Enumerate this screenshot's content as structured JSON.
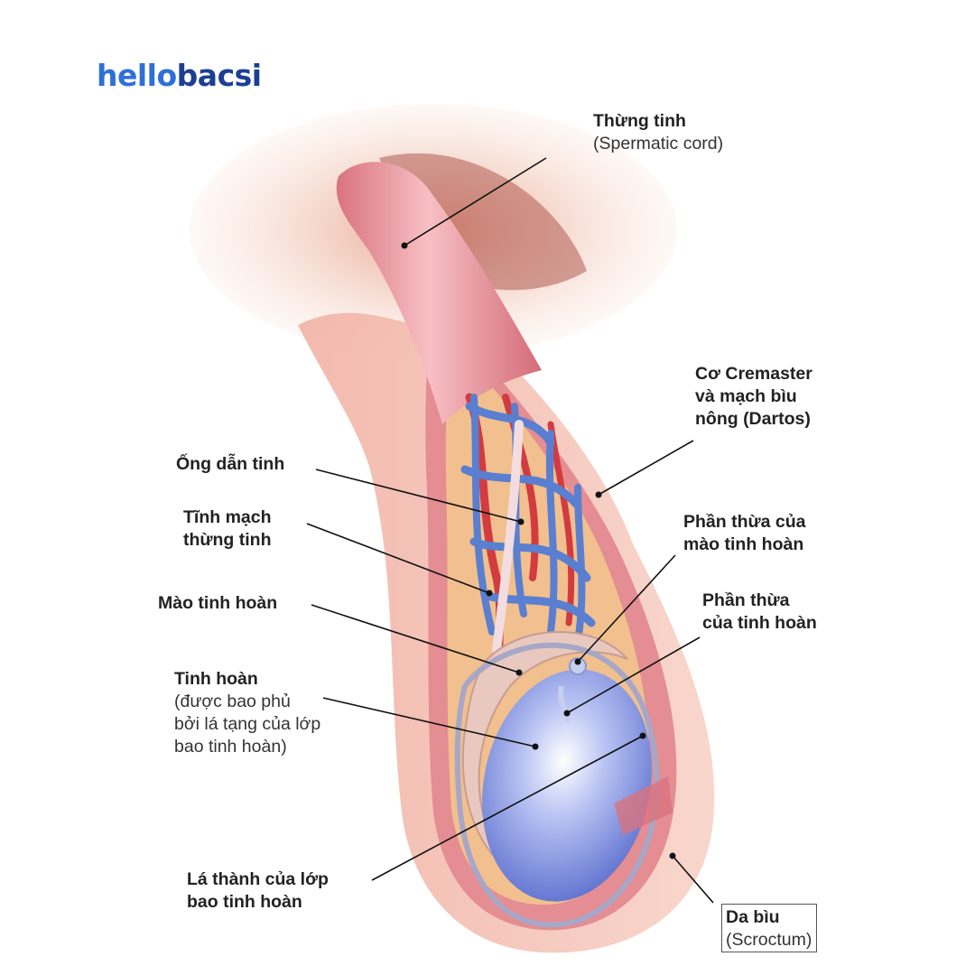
{
  "brand": {
    "part1": "hell",
    "part2": "o",
    "part3": "bacsi"
  },
  "colors": {
    "brand_blue": "#2f6fd8",
    "brand_navy": "#1c3f93",
    "tissue_pink": "#e99aa2",
    "vein_blue": "#5a7fd0",
    "artery_red": "#d23b3f",
    "testis_blue": "#8a9ae6"
  },
  "labels": {
    "spermatic_cord": {
      "title": "Thừng tinh",
      "subtitle": "(Spermatic cord)"
    },
    "cremaster": {
      "lines": [
        "Cơ Cremaster",
        "và mạch bìu",
        "nông (Dartos)"
      ]
    },
    "vas_deferens": {
      "title": "Ống dẫn tinh"
    },
    "testicular_vein": {
      "lines": [
        "Tĩnh mạch",
        "thừng tinh"
      ]
    },
    "appendix_epididymis": {
      "lines": [
        "Phần thừa của",
        "mào tinh hoàn"
      ]
    },
    "epididymis": {
      "title": "Mào tinh hoàn"
    },
    "appendix_testis": {
      "lines": [
        "Phần thừa",
        "của tinh hoàn"
      ]
    },
    "testis": {
      "title": "Tinh hoàn",
      "subtitle_lines": [
        "(được bao phủ",
        "bởi lá tạng của lớp",
        "bao  tinh hoàn)"
      ]
    },
    "parietal_layer": {
      "lines": [
        "Lá thành của lớp",
        "bao tinh hoàn"
      ]
    },
    "scrotum": {
      "title": "Da bìu",
      "subtitle": "(Scroctum)"
    }
  }
}
